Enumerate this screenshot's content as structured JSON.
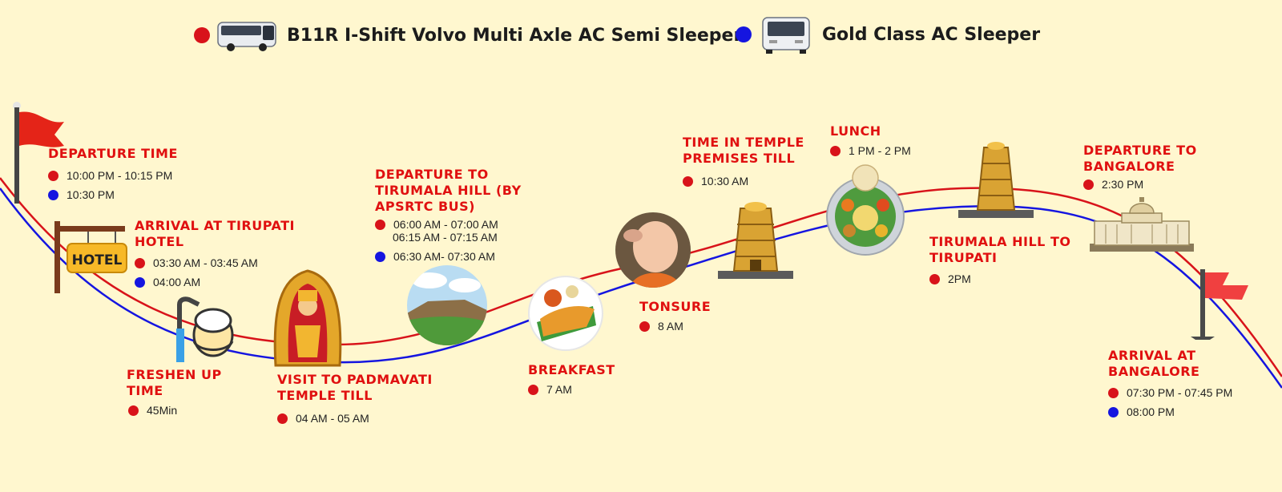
{
  "colors": {
    "background": "#fff7cf",
    "semi_sleeper": "#d8131a",
    "sleeper": "#1515e0",
    "heading": "#e01010"
  },
  "legend": [
    {
      "label": "B11R I-Shift Volvo Multi Axle AC Semi Sleeper",
      "color": "red",
      "icon": "bus-icon"
    },
    {
      "label": "Gold Class AC Sleeper",
      "color": "blue",
      "icon": "bus-icon"
    }
  ],
  "stops": {
    "departure": {
      "title": "DEPARTURE TIME",
      "times": [
        {
          "color": "red",
          "text": "10:00 PM - 10:15 PM"
        },
        {
          "color": "blue",
          "text": "10:30 PM"
        }
      ],
      "icon": "flag-icon"
    },
    "hotel": {
      "title": "ARRIVAL AT TIRUPATI HOTEL",
      "times": [
        {
          "color": "red",
          "text": "03:30 AM - 03:45 AM"
        },
        {
          "color": "blue",
          "text": "04:00 AM"
        }
      ],
      "icon": "hotel-sign-icon",
      "sign_text": "HOTEL"
    },
    "freshen": {
      "title": "FRESHEN UP TIME",
      "times": [
        {
          "color": "red",
          "text": "45Min"
        }
      ],
      "icon": "shower-icon"
    },
    "padmavati": {
      "title": "VISIT TO PADMAVATI TEMPLE TILL",
      "times": [
        {
          "color": "red",
          "text": "04 AM - 05 AM"
        }
      ],
      "icon": "deity-icon"
    },
    "tirumala": {
      "title": "DEPARTURE TO TIRUMALA HILL (BY APSRTC BUS)",
      "times": [
        {
          "color": "red",
          "text": "06:00 AM - 07:00 AM"
        },
        {
          "color": "none",
          "text": "06:15 AM - 07:15 AM"
        },
        {
          "color": "blue",
          "text": "06:30 AM- 07:30 AM"
        }
      ],
      "icon": "hill-photo-icon"
    },
    "breakfast": {
      "title": "BREAKFAST",
      "times": [
        {
          "color": "red",
          "text": "7 AM"
        }
      ],
      "icon": "dosa-icon"
    },
    "tonsure": {
      "title": "TONSURE",
      "times": [
        {
          "color": "red",
          "text": "8 AM"
        }
      ],
      "icon": "tonsure-photo-icon"
    },
    "temple": {
      "title": "TIME IN TEMPLE PREMISES TILL",
      "times": [
        {
          "color": "red",
          "text": "10:30 AM"
        }
      ],
      "icon": "temple-tower-icon"
    },
    "lunch": {
      "title": "LUNCH",
      "times": [
        {
          "color": "red",
          "text": "1 PM - 2 PM"
        }
      ],
      "icon": "thali-icon"
    },
    "hill_to_tirupati": {
      "title": "TIRUMALA HILL TO TIRUPATI",
      "times": [
        {
          "color": "red",
          "text": "2PM"
        }
      ],
      "icon": "temple-tower-icon"
    },
    "depart_blr": {
      "title": "DEPARTURE TO BANGALORE",
      "times": [
        {
          "color": "red",
          "text": "2:30 PM"
        }
      ],
      "icon": "vidhana-soudha-icon"
    },
    "arrival_blr": {
      "title": "ARRIVAL AT BANGALORE",
      "times": [
        {
          "color": "red",
          "text": "07:30 PM - 07:45 PM"
        },
        {
          "color": "blue",
          "text": "08:00 PM"
        }
      ],
      "icon": "flag-icon"
    }
  }
}
